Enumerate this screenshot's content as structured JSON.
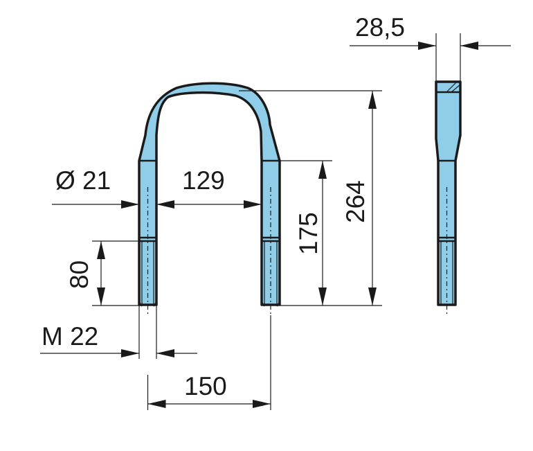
{
  "colors": {
    "part_fill": "#8fcde8",
    "line": "#1a1a1a",
    "background": "#ffffff"
  },
  "dimensions": {
    "thread_diameter": "Ø 21",
    "inner_width": "129",
    "thread_length": "80",
    "thread_size": "M 22",
    "center_distance": "150",
    "straight_length": "175",
    "total_height": "264",
    "flat_width": "28,5"
  }
}
